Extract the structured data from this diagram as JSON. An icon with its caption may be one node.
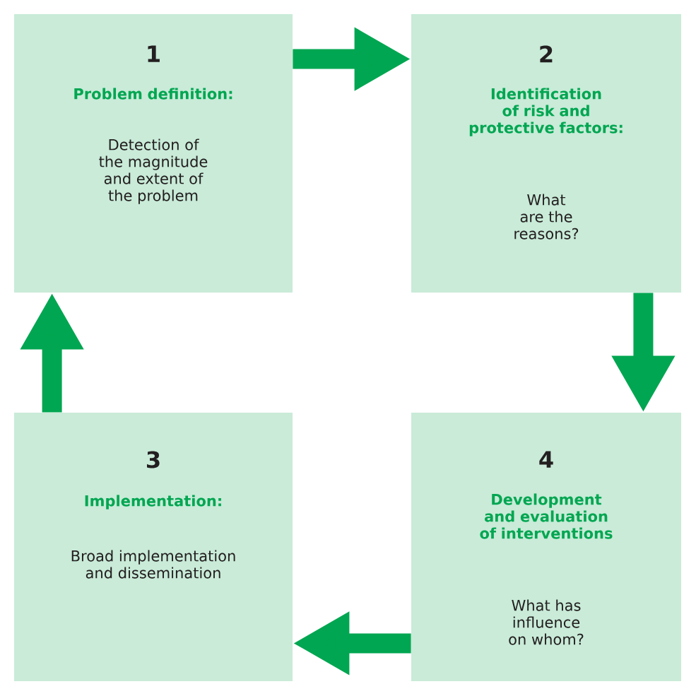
{
  "diagram": {
    "nodes": [
      {
        "text": [
          "1",
          "Problem definition:",
          "Detection of the magnitude and extent of the problem"
        ]
      },
      {
        "text": [
          "2",
          "Identification of risk and protective factors:",
          "What are the reasons?"
        ]
      },
      {
        "text": [
          "3",
          "Implementation:",
          "Broad implementation and dissemination"
        ]
      },
      {
        "text": [
          "4",
          "Development and evaluation of interventions",
          "What has influence on whom?"
        ]
      }
    ],
    "edges": [
      {
        "from": 0,
        "to": 1,
        "arrow": "to"
      },
      {
        "from": 1,
        "to": 3,
        "arrow": "to"
      },
      {
        "from": 3,
        "to": 2,
        "arrow": "to"
      },
      {
        "from": 2,
        "to": 0,
        "arrow": "to"
      }
    ]
  }
}
